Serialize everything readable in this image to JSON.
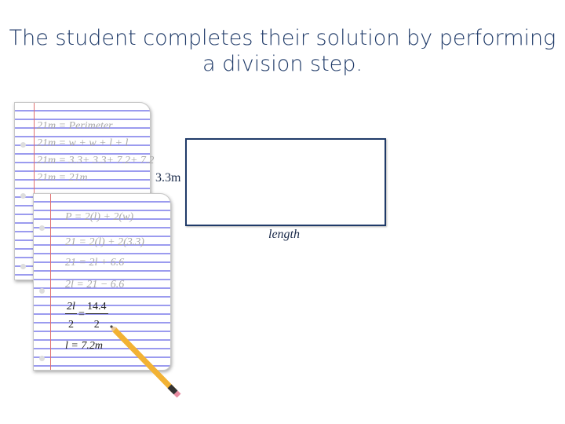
{
  "title": "The student completes their solution by performing a division step.",
  "sheet1": {
    "lines": [
      "21m = Perimeter",
      "21m = w + w + l + l",
      "21m = 3.3+ 3.3+ 7.2+ 7.2",
      "21m = 21m"
    ]
  },
  "sheet2": {
    "lines": [
      "P = 2(l) + 2(w)",
      "21 = 2(l) + 2(3.3)",
      "21 = 2l + 6.6",
      "2l = 21 − 6.6"
    ],
    "fraction": {
      "left_num": "2l",
      "left_den": "2",
      "equals": "=",
      "right_num": "14.4",
      "right_den": "2"
    },
    "result": "l = 7.2m"
  },
  "diagram": {
    "width_label": "3.3m",
    "length_label": "length"
  }
}
